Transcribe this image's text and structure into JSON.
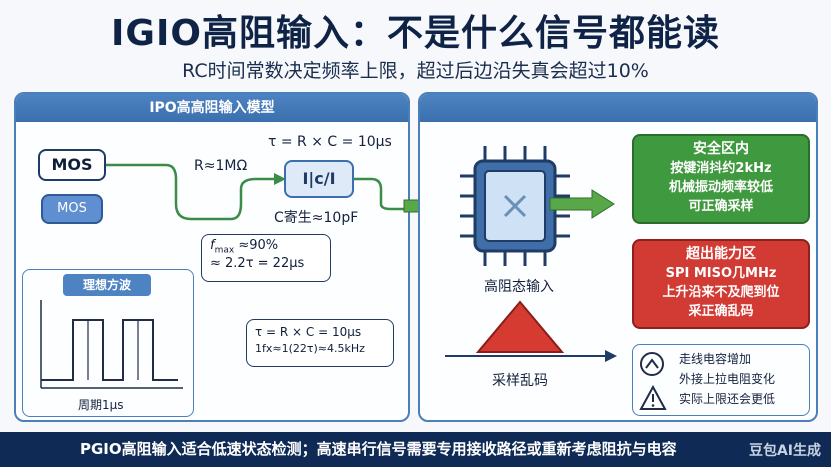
{
  "title": "IGIO高阻输入：不是什么信号都能读",
  "subtitle": "RC时间常数决定频率上限，超过后边沿失真会超过10%",
  "left_panel": {
    "header": "IPO高高阻输入模型",
    "mos_top": "MOS",
    "mos_bottom": "MOS",
    "r_label": "R≈1MΩ",
    "tau_top": "τ = R × C = 10μs",
    "block_label": "I|c/I",
    "c_label": "C寄生≈10pF",
    "fmax_line1_prefix": "f",
    "fmax_line1_sub": "max",
    "fmax_line1_suffix": " ≈90%",
    "fmax_line2": "≈ 2.2τ = 22μs",
    "ideal_header": "理想方波",
    "period_label": "周期1μs",
    "tau_bottom": "τ = R × C = 10μs",
    "freq_formula": "1fx≈1(22τ)≈4.5kHz"
  },
  "right_panel": {
    "chip_label": "高阻态输入",
    "noise_label": "采样乱码",
    "safe": {
      "title": "安全区内",
      "lines": [
        "按键消抖约2kHz",
        "机械振动频率较低",
        "可正确采样"
      ],
      "color": "#3f9a3f"
    },
    "over": {
      "title": "超出能力区",
      "lines": [
        "SPI MISO几MHz",
        "上升沿来不及爬到位",
        "采正确乱码"
      ],
      "color": "#d23a34"
    },
    "warnings": [
      "走线电容增加",
      "外接上拉电阻变化",
      "实际上限还会更低"
    ]
  },
  "footer": "PGIO高阻输入适合低速状态检测；高速串行信号需要专用接收路径或重新考虑阻抗与电容",
  "watermark": "豆包AI生成"
}
